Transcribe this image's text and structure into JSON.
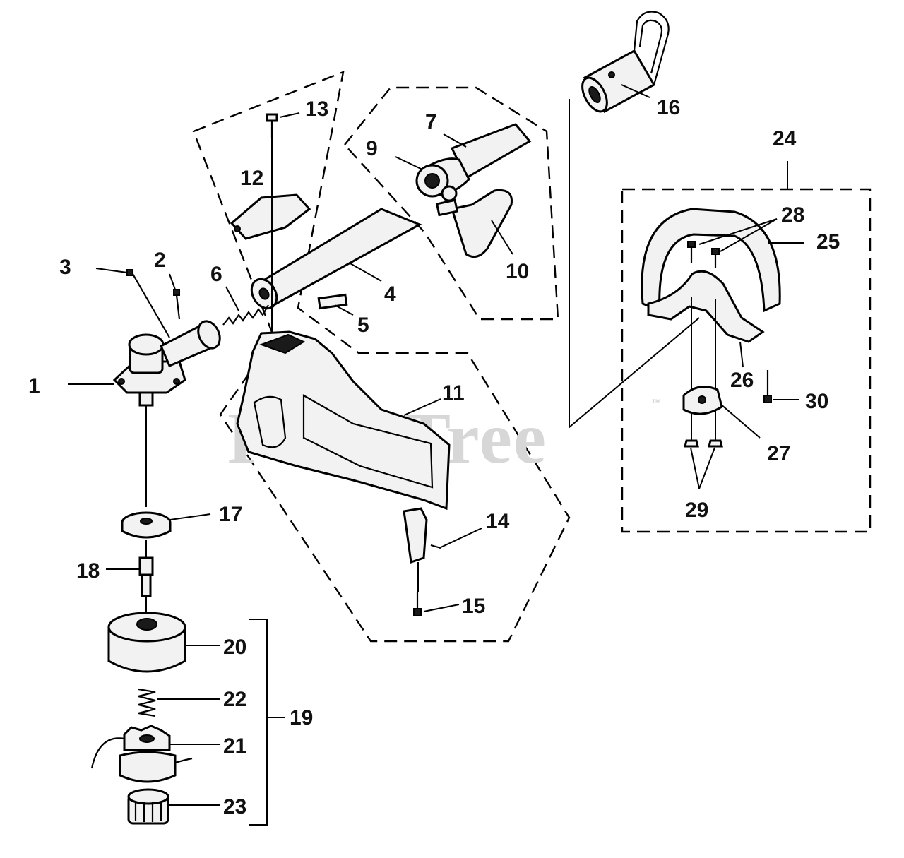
{
  "watermark": {
    "text": "PartsTree",
    "mark": "™"
  },
  "callouts": [
    {
      "id": "c1",
      "label": "1"
    },
    {
      "id": "c2",
      "label": "2"
    },
    {
      "id": "c3",
      "label": "3"
    },
    {
      "id": "c4",
      "label": "4"
    },
    {
      "id": "c5",
      "label": "5"
    },
    {
      "id": "c6",
      "label": "6"
    },
    {
      "id": "c7",
      "label": "7"
    },
    {
      "id": "c9",
      "label": "9"
    },
    {
      "id": "c10",
      "label": "10"
    },
    {
      "id": "c11",
      "label": "11"
    },
    {
      "id": "c12",
      "label": "12"
    },
    {
      "id": "c13",
      "label": "13"
    },
    {
      "id": "c14",
      "label": "14"
    },
    {
      "id": "c15",
      "label": "15"
    },
    {
      "id": "c16",
      "label": "16"
    },
    {
      "id": "c17",
      "label": "17"
    },
    {
      "id": "c18",
      "label": "18"
    },
    {
      "id": "c19",
      "label": "19"
    },
    {
      "id": "c20",
      "label": "20"
    },
    {
      "id": "c21",
      "label": "21"
    },
    {
      "id": "c22",
      "label": "22"
    },
    {
      "id": "c23",
      "label": "23"
    },
    {
      "id": "c24",
      "label": "24"
    },
    {
      "id": "c25",
      "label": "25"
    },
    {
      "id": "c26",
      "label": "26"
    },
    {
      "id": "c27",
      "label": "27"
    },
    {
      "id": "c28",
      "label": "28"
    },
    {
      "id": "c29",
      "label": "29"
    },
    {
      "id": "c30",
      "label": "30"
    }
  ]
}
